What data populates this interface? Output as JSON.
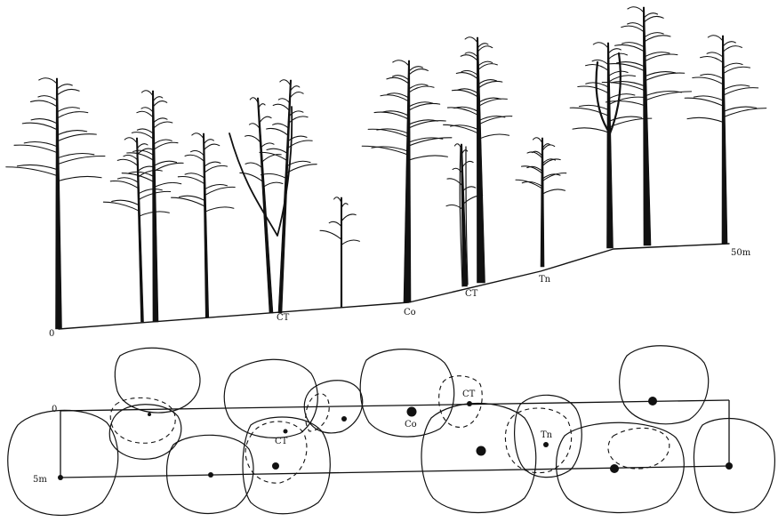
{
  "profile": {
    "distance_labels": {
      "start": "0",
      "end": "50m"
    },
    "species_labels": [
      {
        "id": "ct1",
        "text": "CT"
      },
      {
        "id": "co",
        "text": "Co"
      },
      {
        "id": "ct2",
        "text": "CT"
      },
      {
        "id": "tn",
        "text": "Tn"
      }
    ]
  },
  "crown_map": {
    "width_labels": {
      "top": "0",
      "bottom": "5m"
    },
    "species_labels": [
      {
        "id": "ct-left",
        "text": "CT"
      },
      {
        "id": "co",
        "text": "Co"
      },
      {
        "id": "ct-right",
        "text": "CT"
      },
      {
        "id": "tn",
        "text": "Tn"
      }
    ]
  }
}
